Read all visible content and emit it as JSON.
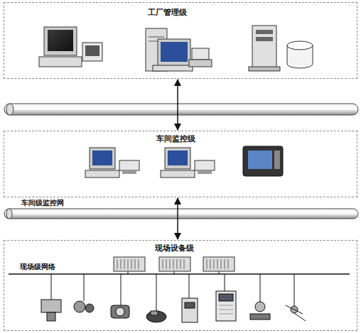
{
  "diagram": {
    "nodes": [
      {
        "text": [
          "工厂管理级"
        ]
      },
      {
        "text": [
          "车间监控级"
        ]
      },
      {
        "text": [
          "现场设备级"
        ]
      }
    ],
    "edges": [
      {
        "from": 0,
        "to": 1,
        "arrow": "both"
      },
      {
        "from": 1,
        "to": 2,
        "arrow": "both"
      }
    ],
    "labels": [
      "车间级监控网",
      "现场级网络"
    ]
  }
}
